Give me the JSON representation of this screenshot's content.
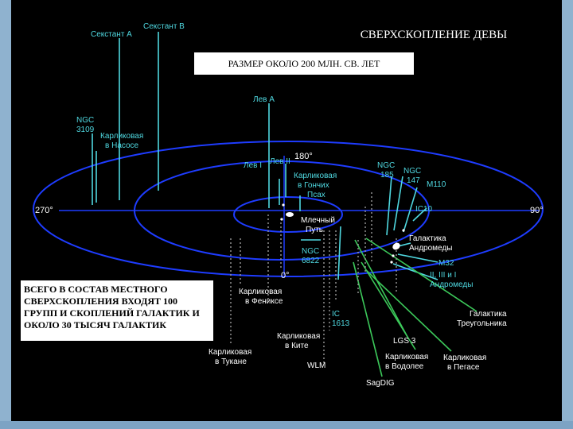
{
  "title": "СВЕРХСКОПЛЕНИЕ ДЕВЫ",
  "size_note": "РАЗМЕР ОКОЛО 200 МЛН. СВ. ЛЕТ",
  "info_text": "ВСЕГО В СОСТАВ МЕСТНОГО СВЕРХСКОПЛЕНИЯ ВХОДЯТ 100 ГРУПП И СКОПЛЕНИЙ ГАЛАКТИК И ОКОЛО 30 ТЫСЯЧ ГАЛАКТИК",
  "colors": {
    "background": "#000000",
    "orbits": "#1e3cff",
    "cyan_labels": "#4fd8e0",
    "green_lines": "#3cc85a",
    "white_text": "#ffffff",
    "grey_dots": "#9a9a9a"
  },
  "angles": {
    "a270": "270°",
    "a90": "90°",
    "a180": "180°",
    "a0": "0°"
  },
  "labels": {
    "sextant_a": "Секстант А",
    "sextant_b": "Секстант В",
    "ngc3109_1": "NGC",
    "ngc3109_2": "3109",
    "pump_1": "Карликовая",
    "pump_2": "в Насосе",
    "leo_a": "Лев А",
    "leo_i": "Лев I",
    "leo_ii": "Лев II",
    "canes_1": "Карликовая",
    "canes_2": "в Гончих",
    "canes_3": "Псах",
    "ngc185_1": "NGC",
    "ngc185_2": "185",
    "ngc147_1": "NGC",
    "ngc147_2": "147",
    "m110": "M110",
    "ic10": "IC10",
    "milky_1": "Млечный",
    "milky_2": "Путь",
    "ngc6822_1": "NGC",
    "ngc6822_2": "6822",
    "andromeda_1": "Галактика",
    "andromeda_2": "Андромеды",
    "m32": "M32",
    "and123_1": "II, III и I",
    "and123_2": "Андромеды",
    "phoenix_1": "Карликовая",
    "phoenix_2": "в Фениксе",
    "ic1613_1": "IC",
    "ic1613_2": "1613",
    "triangulum_1": "Галактика",
    "triangulum_2": "Треугольника",
    "lgs3": "LGS 3",
    "cetus_1": "Карликовая",
    "cetus_2": "в Ките",
    "aquarius_1": "Карликовая",
    "aquarius_2": "в Водолее",
    "pegasus_1": "Карликовая",
    "pegasus_2": "в Пегасе",
    "tucana_1": "Карликовая",
    "tucana_2": "в Тукане",
    "wlm": "WLM",
    "sagdig": "SagDIG"
  }
}
